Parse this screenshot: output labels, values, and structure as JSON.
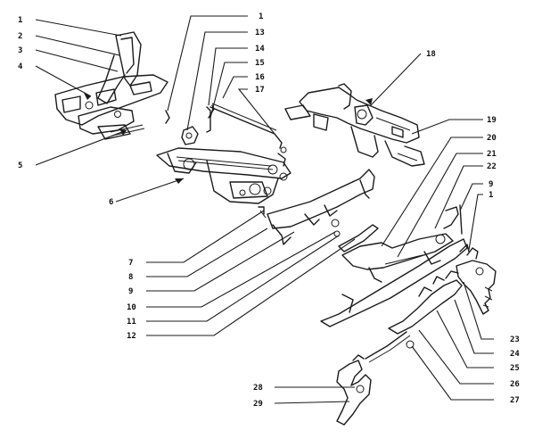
{
  "callouts": [
    {
      "id": "c1a",
      "label": "1"
    },
    {
      "id": "c2",
      "label": "2"
    },
    {
      "id": "c3",
      "label": "3"
    },
    {
      "id": "c4",
      "label": "4"
    },
    {
      "id": "c5",
      "label": "5"
    },
    {
      "id": "c6",
      "label": "6"
    },
    {
      "id": "c1b",
      "label": "1"
    },
    {
      "id": "c13",
      "label": "13"
    },
    {
      "id": "c14",
      "label": "14"
    },
    {
      "id": "c15",
      "label": "15"
    },
    {
      "id": "c16",
      "label": "16"
    },
    {
      "id": "c17",
      "label": "17"
    },
    {
      "id": "c18",
      "label": "18"
    },
    {
      "id": "c19",
      "label": "19"
    },
    {
      "id": "c20",
      "label": "20"
    },
    {
      "id": "c21",
      "label": "21"
    },
    {
      "id": "c22",
      "label": "22"
    },
    {
      "id": "c9a",
      "label": "9"
    },
    {
      "id": "c1c",
      "label": "1"
    },
    {
      "id": "c7",
      "label": "7"
    },
    {
      "id": "c8",
      "label": "8"
    },
    {
      "id": "c9b",
      "label": "9"
    },
    {
      "id": "c10",
      "label": "10"
    },
    {
      "id": "c11",
      "label": "11"
    },
    {
      "id": "c12",
      "label": "12"
    },
    {
      "id": "c23",
      "label": "23"
    },
    {
      "id": "c24",
      "label": "24"
    },
    {
      "id": "c25",
      "label": "25"
    },
    {
      "id": "c26",
      "label": "26"
    },
    {
      "id": "c27",
      "label": "27"
    },
    {
      "id": "c28",
      "label": "28"
    },
    {
      "id": "c29",
      "label": "29"
    }
  ],
  "colors": {
    "ink": "#1a1a1a",
    "background": "#ffffff"
  }
}
